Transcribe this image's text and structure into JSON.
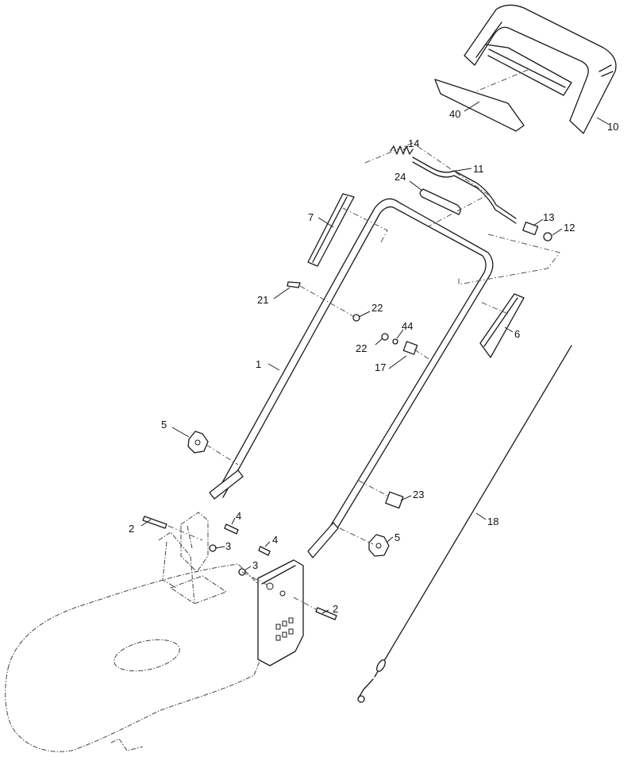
{
  "callouts": [
    {
      "id": "c1",
      "text": "1"
    },
    {
      "id": "c2a",
      "text": "2"
    },
    {
      "id": "c2b",
      "text": "2"
    },
    {
      "id": "c3a",
      "text": "3"
    },
    {
      "id": "c3b",
      "text": "3"
    },
    {
      "id": "c4a",
      "text": "4"
    },
    {
      "id": "c4b",
      "text": "4"
    },
    {
      "id": "c5a",
      "text": "5"
    },
    {
      "id": "c5b",
      "text": "5"
    },
    {
      "id": "c6",
      "text": "6"
    },
    {
      "id": "c7",
      "text": "7"
    },
    {
      "id": "c10",
      "text": "10"
    },
    {
      "id": "c11",
      "text": "11"
    },
    {
      "id": "c12",
      "text": "12"
    },
    {
      "id": "c13",
      "text": "13"
    },
    {
      "id": "c14",
      "text": "14"
    },
    {
      "id": "c17",
      "text": "17"
    },
    {
      "id": "c18",
      "text": "18"
    },
    {
      "id": "c21",
      "text": "21"
    },
    {
      "id": "c22a",
      "text": "22"
    },
    {
      "id": "c22b",
      "text": "22"
    },
    {
      "id": "c23",
      "text": "23"
    },
    {
      "id": "c24",
      "text": "24"
    },
    {
      "id": "c40",
      "text": "40"
    },
    {
      "id": "c44",
      "text": "44"
    }
  ]
}
